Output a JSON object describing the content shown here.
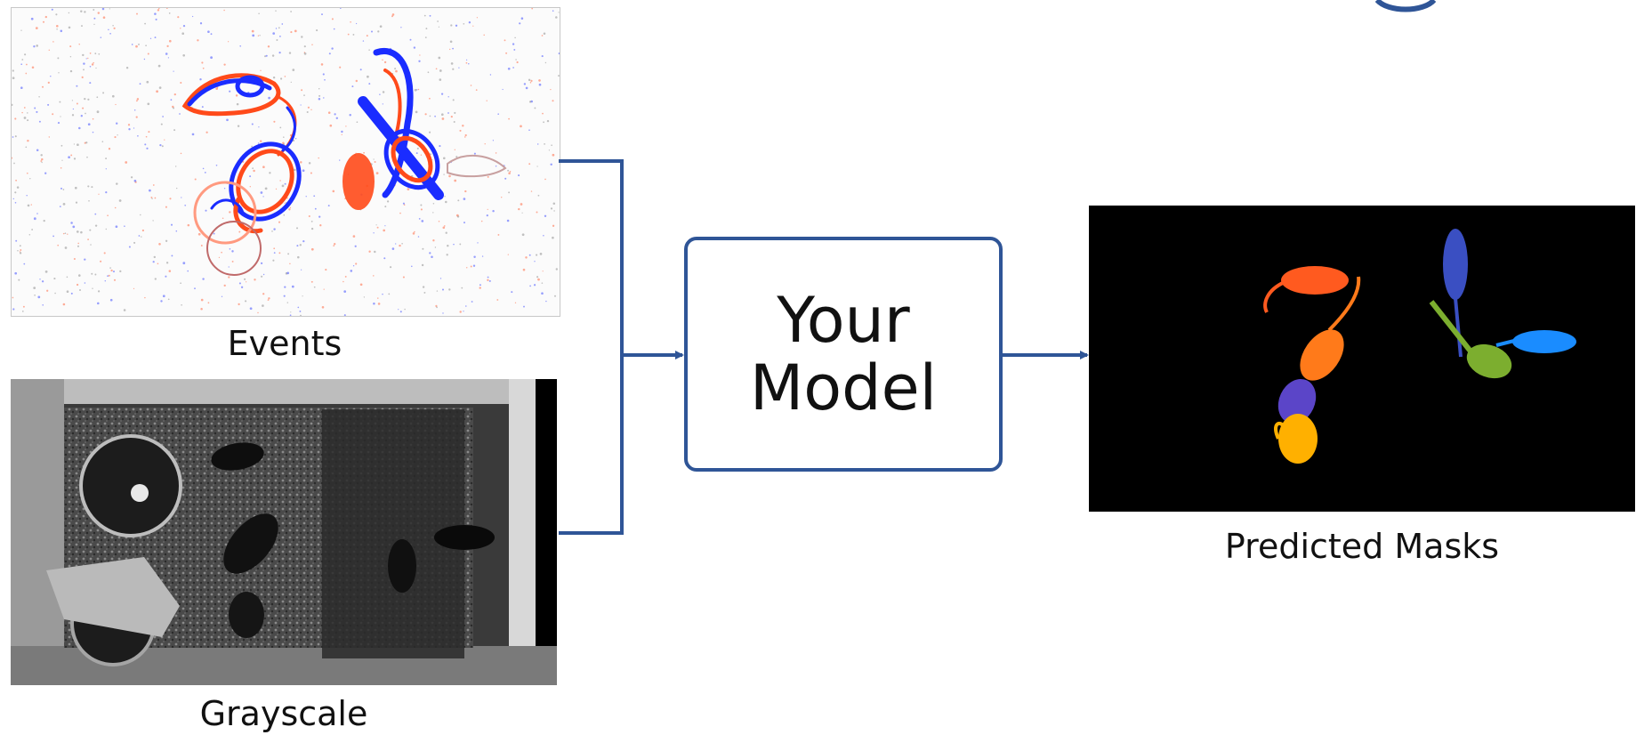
{
  "colors": {
    "arrow": "#2f5597",
    "event_positive": "#ff4a1a",
    "event_negative": "#1a2cff",
    "mask_orange_red": "#ff5a1f",
    "mask_orange": "#ff7a1a",
    "mask_purple": "#5b45c8",
    "mask_yellow": "#ffb000",
    "mask_indigo": "#3a4fc2",
    "mask_olive": "#7cae2f",
    "mask_sky_blue": "#1a8cff"
  },
  "inputs": {
    "events": {
      "caption": "Events",
      "icon": "event-camera-frame"
    },
    "grayscale": {
      "caption": "Grayscale",
      "icon": "grayscale-frame"
    }
  },
  "model": {
    "label": "Your\nModel"
  },
  "output": {
    "caption": "Predicted Masks",
    "icon": "segmentation-mask-frame"
  }
}
